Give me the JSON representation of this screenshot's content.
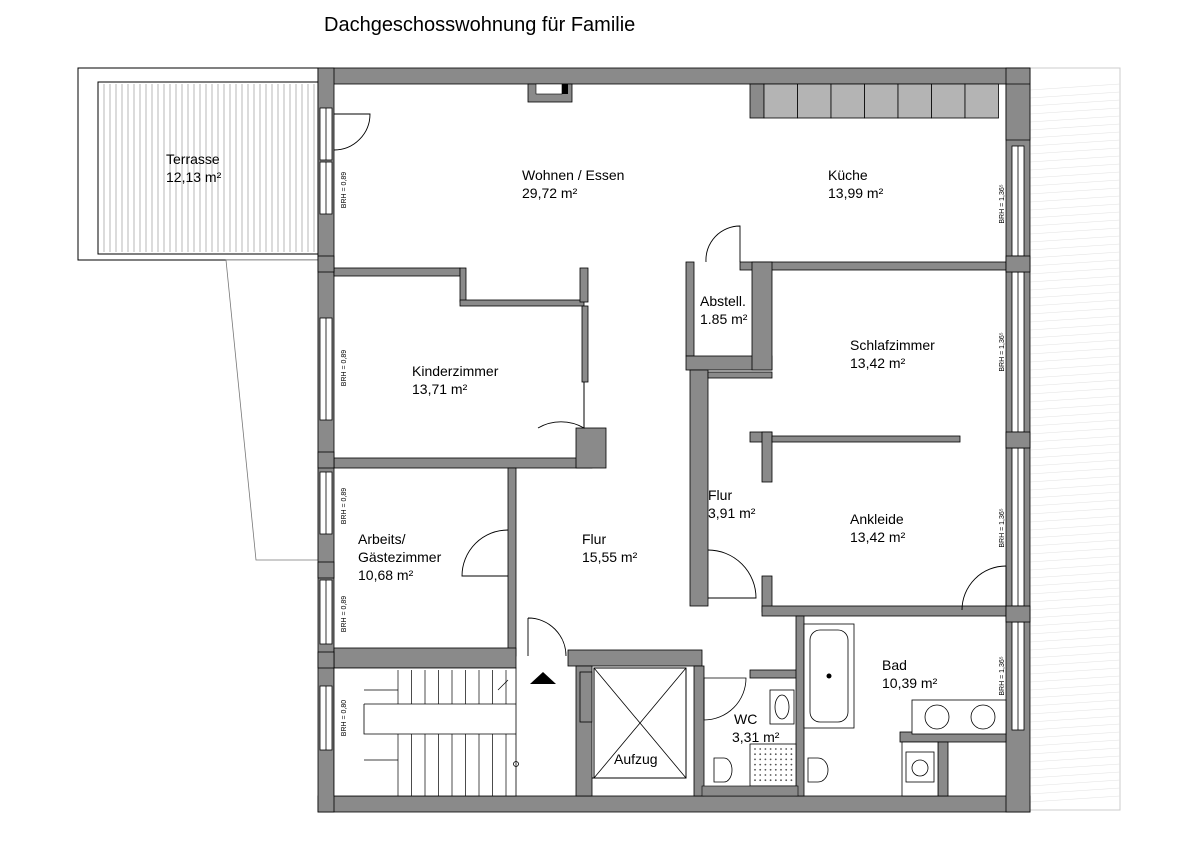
{
  "title": "Dachgeschosswohnung für Familie",
  "rooms": {
    "terrasse": {
      "name": "Terrasse",
      "area": "12,13 m²"
    },
    "wohnen": {
      "name": "Wohnen / Essen",
      "area": "29,72 m²"
    },
    "kueche": {
      "name": "Küche",
      "area": "13,99 m²"
    },
    "abstell": {
      "name": "Abstell.",
      "area": "1.85 m²"
    },
    "schlaf": {
      "name": "Schlafzimmer",
      "area": "13,42 m²"
    },
    "kinder": {
      "name": "Kinderzimmer",
      "area": "13,71 m²"
    },
    "arbeits": {
      "name1": "Arbeits/",
      "name2": "Gästezimmer",
      "area": "10,68 m²"
    },
    "flur_main": {
      "name": "Flur",
      "area": "15,55 m²"
    },
    "flur_small": {
      "name": "Flur",
      "area": "3,91 m²"
    },
    "ankleide": {
      "name": "Ankleide",
      "area": "13,42 m²"
    },
    "bad": {
      "name": "Bad",
      "area": "10,39 m²"
    },
    "wc": {
      "name": "WC",
      "area": "3,31 m²"
    },
    "aufzug": {
      "name": "Aufzug"
    }
  },
  "brh_labels": {
    "left_1": "BRH = 0,89",
    "left_2": "BRH = 0,89",
    "left_3": "BRH = 0,89",
    "left_4": "BRH = 0,89",
    "left_5": "BRH = 0,80",
    "right_1": "BRH = 1,36⁵",
    "right_2": "BRH = 1,36⁵",
    "right_3": "BRH = 1,36⁵",
    "right_4": "BRH = 1,36⁵"
  },
  "colors": {
    "wall": "#8a8a8a",
    "line": "#000000",
    "fixture": "#b4b4b4",
    "background": "#ffffff"
  }
}
